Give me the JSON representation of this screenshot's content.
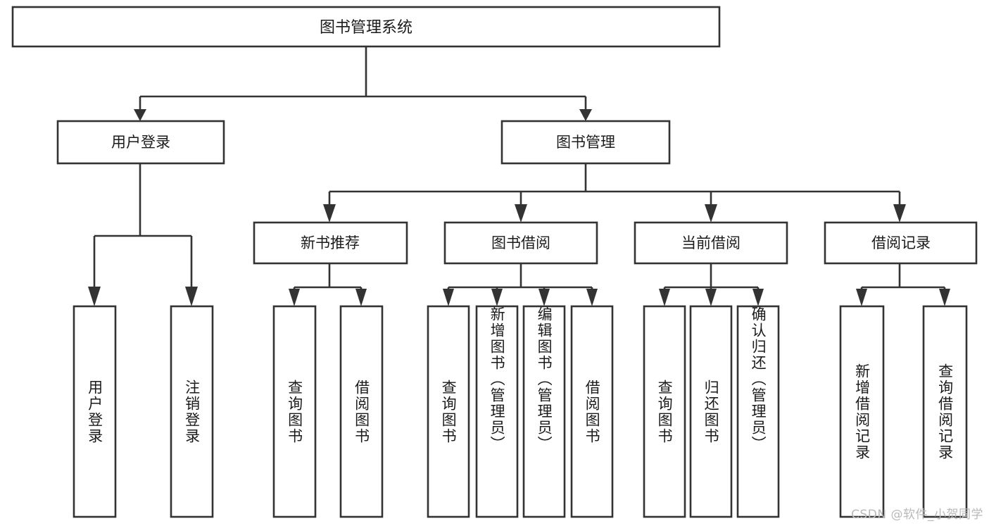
{
  "diagram": {
    "type": "tree-hierarchy-flowchart",
    "title": "图书管理系统",
    "background_color": "#ffffff",
    "box_stroke_color": "#333333",
    "box_fill_color": "#ffffff",
    "text_color": "#1b1b1b",
    "root": {
      "label": "图书管理系统"
    },
    "level2": [
      {
        "label": "用户登录"
      },
      {
        "label": "图书管理"
      }
    ],
    "level3": [
      {
        "label": "新书推荐"
      },
      {
        "label": "图书借阅"
      },
      {
        "label": "当前借阅"
      },
      {
        "label": "借阅记录"
      }
    ],
    "leaves": {
      "user_login": [
        {
          "label": "用户登录"
        },
        {
          "label": "注销登录"
        }
      ],
      "new_book_recommend": [
        {
          "label": "查询图书"
        },
        {
          "label": "借阅图书"
        }
      ],
      "book_borrow": [
        {
          "label": "查询图书"
        },
        {
          "label": "新增图书（管理员）"
        },
        {
          "label": "编辑图书（管理员）"
        },
        {
          "label": "借阅图书"
        }
      ],
      "current_borrow": [
        {
          "label": "查询图书"
        },
        {
          "label": "归还图书"
        },
        {
          "label": "确认归还（管理员）"
        }
      ],
      "borrow_records": [
        {
          "label": "新增借阅记录"
        },
        {
          "label": "查询借阅记录"
        }
      ]
    }
  },
  "watermark": {
    "text": "CSDN @软件_小贺同学",
    "color": "#b9b9b9"
  }
}
